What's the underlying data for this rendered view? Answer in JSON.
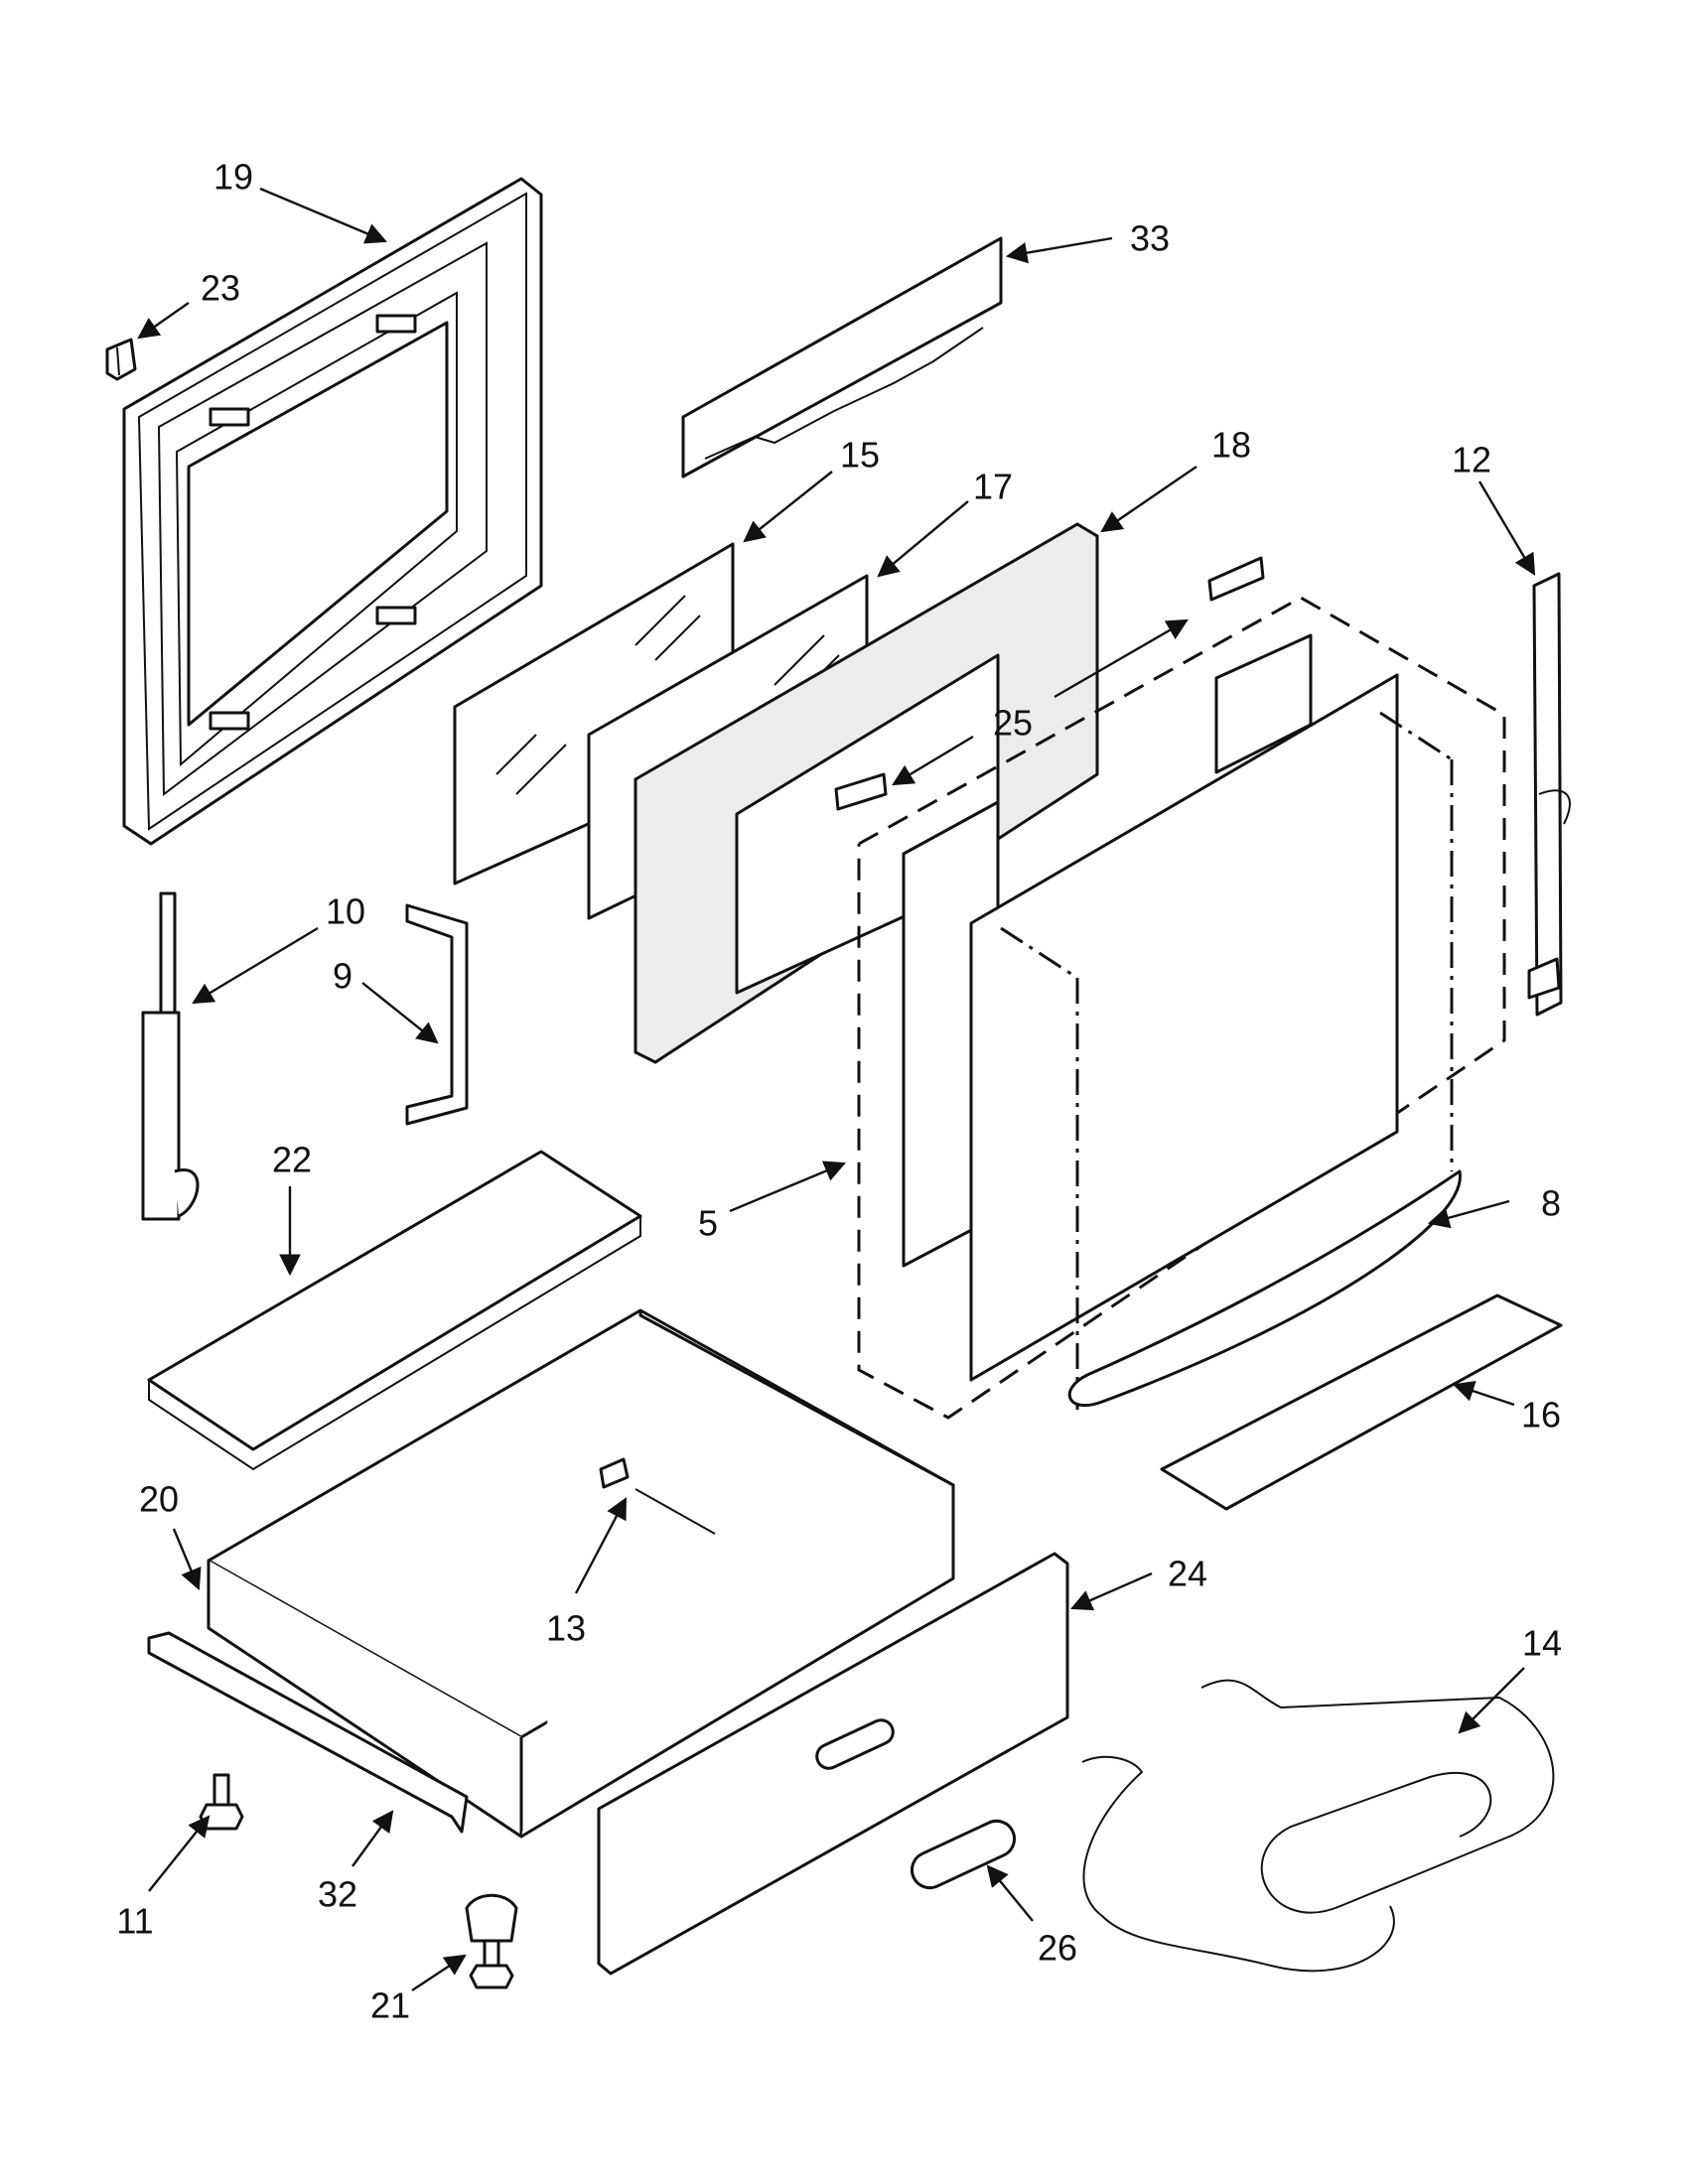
{
  "callouts": [
    {
      "id": "c19",
      "text": "19"
    },
    {
      "id": "c23",
      "text": "23"
    },
    {
      "id": "c33",
      "text": "33"
    },
    {
      "id": "c15",
      "text": "15"
    },
    {
      "id": "c17",
      "text": "17"
    },
    {
      "id": "c18",
      "text": "18"
    },
    {
      "id": "c12",
      "text": "12"
    },
    {
      "id": "c25",
      "text": "25"
    },
    {
      "id": "c10",
      "text": "10"
    },
    {
      "id": "c9",
      "text": "9"
    },
    {
      "id": "c22",
      "text": "22"
    },
    {
      "id": "c5",
      "text": "5"
    },
    {
      "id": "c8",
      "text": "8"
    },
    {
      "id": "c16",
      "text": "16"
    },
    {
      "id": "c20",
      "text": "20"
    },
    {
      "id": "c13",
      "text": "13"
    },
    {
      "id": "c24",
      "text": "24"
    },
    {
      "id": "c14",
      "text": "14"
    },
    {
      "id": "c11",
      "text": "11"
    },
    {
      "id": "c32",
      "text": "32"
    },
    {
      "id": "c21",
      "text": "21"
    },
    {
      "id": "c26",
      "text": "26"
    }
  ]
}
